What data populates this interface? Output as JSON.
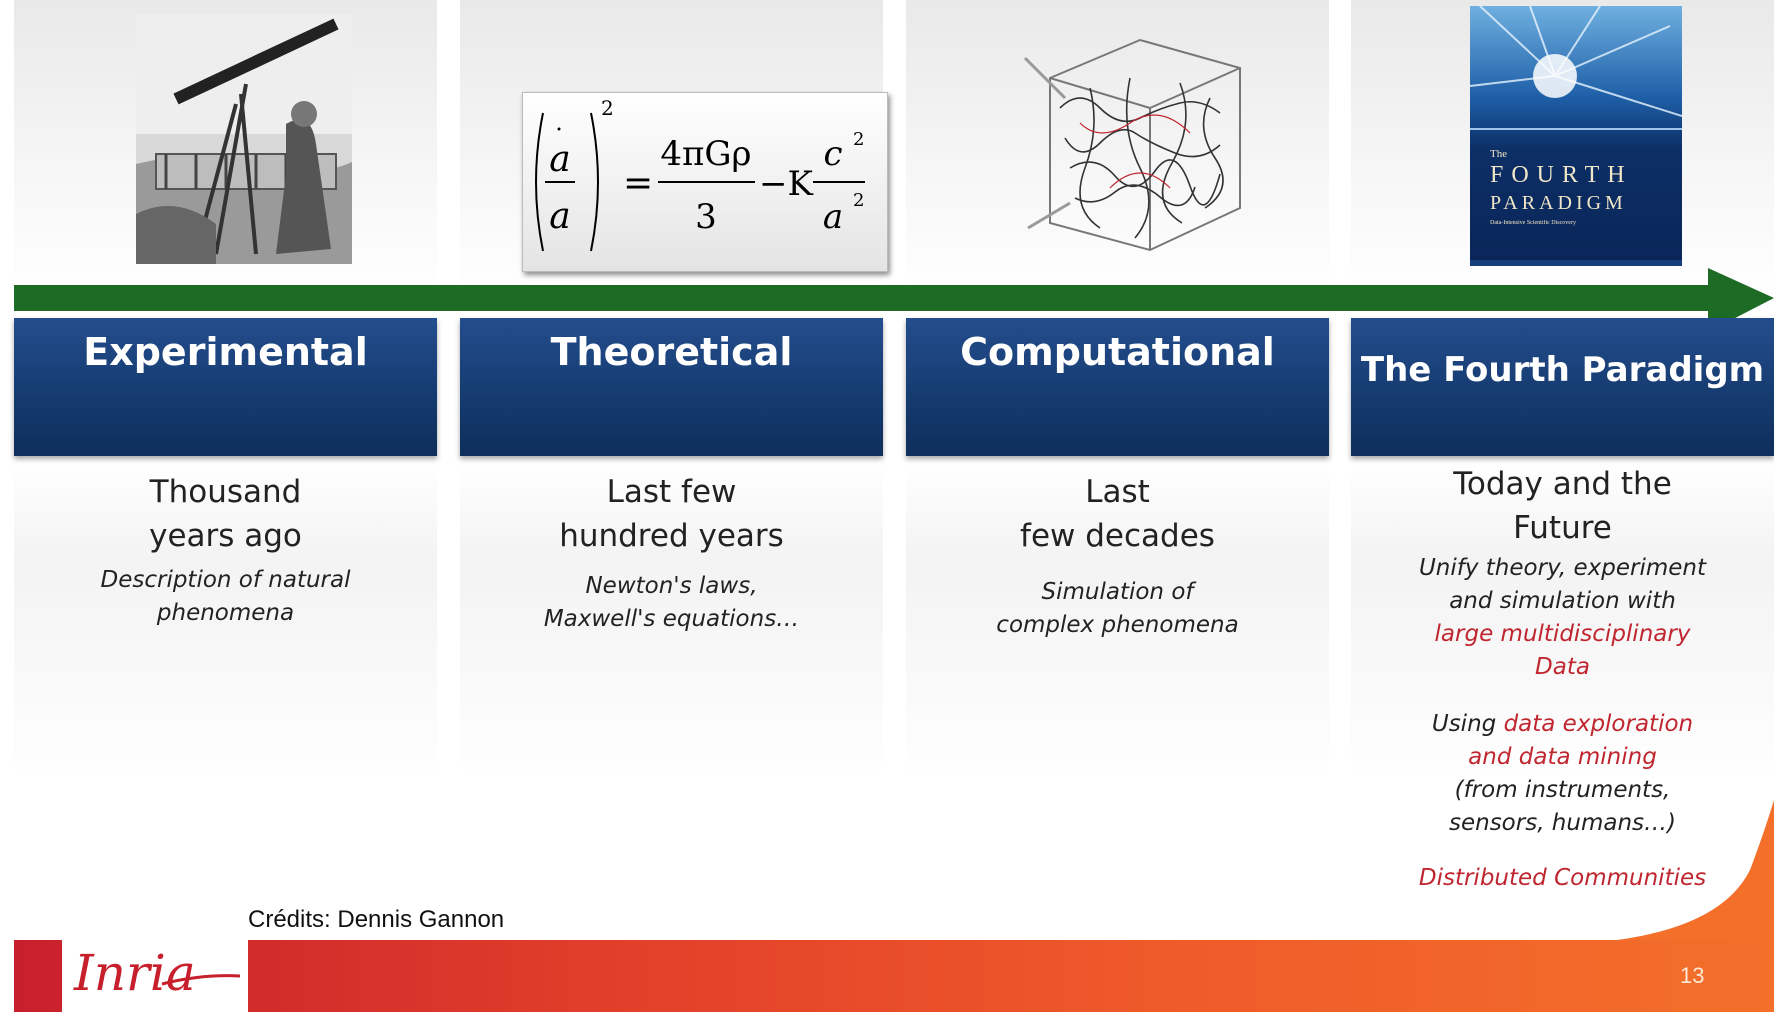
{
  "columns": [
    {
      "title": "Experimental",
      "era_lines": [
        "Thousand",
        "years ago"
      ],
      "desc_lines": [
        "Description of natural",
        "phenomena"
      ],
      "image_icon": "telescope-engraving-icon"
    },
    {
      "title": "Theoretical",
      "era_lines": [
        "Last few",
        "hundred years"
      ],
      "desc_lines": [
        "Newton's laws,",
        "Maxwell's equations…"
      ],
      "image_icon": "friedmann-equation-image",
      "equation": {
        "num_small": "a",
        "exp": "2",
        "eq": "=",
        "rhs_num": "4πGρ",
        "rhs_den": "3",
        "minus_k": "−K",
        "c2_num": "c",
        "c2_exp": "2",
        "c2_den": "a"
      }
    },
    {
      "title": "Computational",
      "era_lines": [
        "Last",
        "few decades"
      ],
      "desc_lines": [
        "Simulation of",
        "complex phenomena"
      ],
      "image_icon": "simulation-cube-icon"
    },
    {
      "title": "The Fourth Paradigm",
      "era_lines": [
        "Today and the",
        "Future"
      ],
      "desc_block1": {
        "line1": "Unify theory, experiment",
        "line2": "and simulation with",
        "line3_red": "large multidisciplinary",
        "line4_red": "Data"
      },
      "desc_block2": {
        "prefix": "Using ",
        "red1": "data exploration",
        "red2": "and data mining",
        "line3": "(from instruments,",
        "line4": "sensors, humans…)"
      },
      "desc_block3_red": "Distributed Communities",
      "image_icon": "fourth-paradigm-book-cover-icon",
      "book": {
        "small": "The",
        "line1": "Fourth",
        "line2": "Paradigm",
        "subtitle": "Data-Intensive Scientific Discovery"
      }
    }
  ],
  "footer": {
    "credits": "Crédits: Dennis Gannon",
    "page_number": "13",
    "logo_text": "Inria"
  },
  "colors": {
    "header_blue": "#143a6e",
    "arrow_green": "#1e6b25",
    "highlight_red": "#c0262f",
    "footer_red": "#c81f2c",
    "footer_orange": "#f36f2a"
  }
}
